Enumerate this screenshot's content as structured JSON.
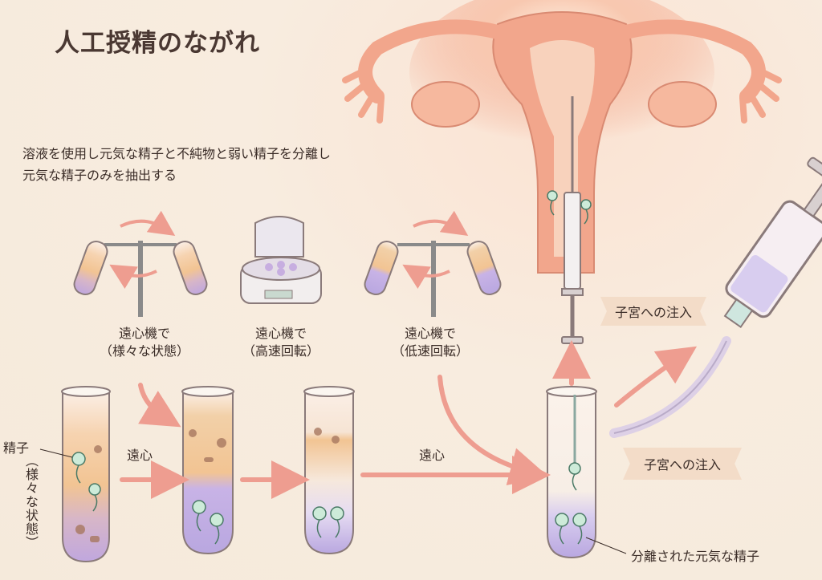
{
  "title": "人工授精のながれ",
  "description": {
    "line1": "溶液を使用し元気な精子と不純物と弱い精子を分離し",
    "line2": "元気な精子のみを抽出する"
  },
  "steps": [
    {
      "line1": "遠心機で",
      "line2": "（様々な状態）"
    },
    {
      "line1": "遠心機で",
      "line2": "（高速回転）"
    },
    {
      "line1": "遠心機で",
      "line2": "（低速回転）"
    }
  ],
  "arrow_labels": {
    "centrifuge_1": "遠心",
    "centrifuge_2": "遠心"
  },
  "sperm_label": {
    "main": "精子",
    "sub": "（様々な状態）"
  },
  "injection_banner_top": "子宮への注入",
  "injection_banner_bottom": "子宮への注入",
  "separated_label": "分離された元気な精子",
  "colors": {
    "arrow": "#ee9d90",
    "tube_purple": "#b9a7e0",
    "tube_orange": "#f2c493",
    "uterus": "#f2a68c",
    "banner": "#f3dcc8"
  }
}
